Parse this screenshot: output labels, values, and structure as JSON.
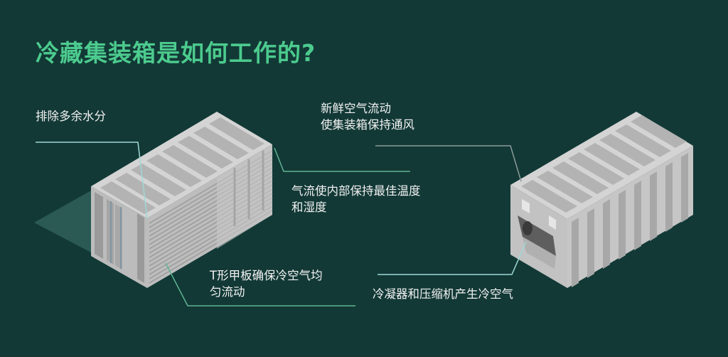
{
  "title": "冷藏集装箱是如何工作的?",
  "labels": {
    "remove_moisture": "排除多余水分",
    "fresh_air_line1": "新鲜空气流动",
    "fresh_air_line2": "使集装箱保持通风",
    "airflow_line1": "气流使内部保持最佳温度",
    "airflow_line2": "和湿度",
    "t_floor_line1": "T形甲板确保冷空气均",
    "t_floor_line2": "匀流动",
    "condenser": "冷凝器和压缩机产生冷空气"
  },
  "colors": {
    "background": "#123936",
    "title": "#4ccb8e",
    "label_text": "#f2f2f2",
    "leader_line_green": "#5fb592",
    "leader_line_cyan": "#9fd8d6",
    "leader_line_gray": "#8a9a98",
    "container_light": "#d6d6d6",
    "container_mid": "#bdbdbd",
    "container_dark": "#9d9d9d",
    "light_beam": "#2b5a55"
  }
}
